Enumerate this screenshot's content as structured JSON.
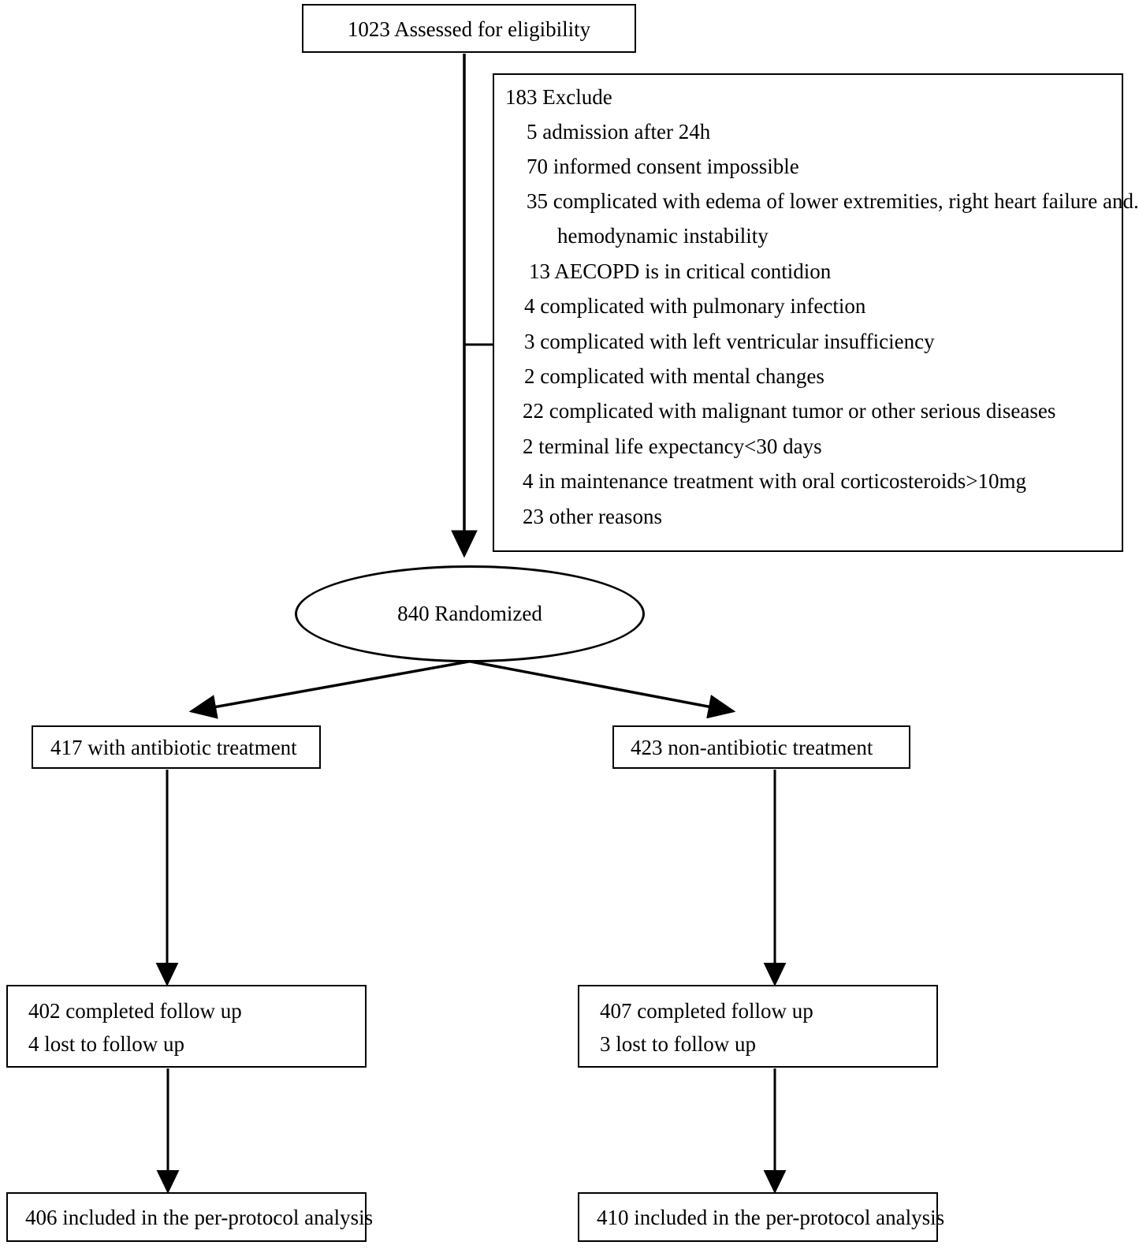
{
  "diagram": {
    "type": "consort-flow-diagram",
    "title": "CONSORT participant flow",
    "line_color": "#000000",
    "background_color": "#ffffff"
  },
  "nodes": {
    "assessed": {
      "label": "1023 Assessed for eligibility",
      "count": 1023
    },
    "excluded_header": {
      "label": "183 Exclude",
      "count": 183
    },
    "randomized": {
      "label": "840 Randomized",
      "count": 840
    },
    "arm_left": {
      "label": "417 with antibiotic treatment",
      "count": 417
    },
    "arm_right": {
      "label": "423 non-antibiotic treatment",
      "count": 423
    },
    "followup_left": {
      "line1": "402 completed follow up",
      "line2": "4 lost to follow up",
      "completed": 402,
      "lost": 4
    },
    "followup_right": {
      "line1": "407 completed follow up",
      "line2": "3 lost to follow up",
      "completed": 407,
      "lost": 3
    },
    "analysis_left": {
      "label": "406 included in the per-protocol analysis",
      "count": 406
    },
    "analysis_right": {
      "label": "410 included in the per-protocol analysis",
      "count": 410
    }
  },
  "exclusion_reasons": [
    {
      "count": 5,
      "text": "5 admission after 24h"
    },
    {
      "count": 70,
      "text": "70 informed consent impossible"
    },
    {
      "count": 35,
      "text": "35 complicated with edema of lower extremities, right heart failure and."
    },
    {
      "count": null,
      "text": "hemodynamic instability"
    },
    {
      "count": 13,
      "text": "13 AECOPD is in critical contidion"
    },
    {
      "count": 4,
      "text": "4 complicated with pulmonary infection"
    },
    {
      "count": 3,
      "text": "3 complicated with left ventricular insufficiency"
    },
    {
      "count": 2,
      "text": "2 complicated with mental changes"
    },
    {
      "count": 22,
      "text": "22 complicated with malignant tumor or other serious diseases"
    },
    {
      "count": 2,
      "text": "2 terminal life expectancy<30 days"
    },
    {
      "count": 4,
      "text": "4 in maintenance treatment with oral corticosteroids>10mg"
    },
    {
      "count": 23,
      "text": "23 other reasons"
    }
  ]
}
